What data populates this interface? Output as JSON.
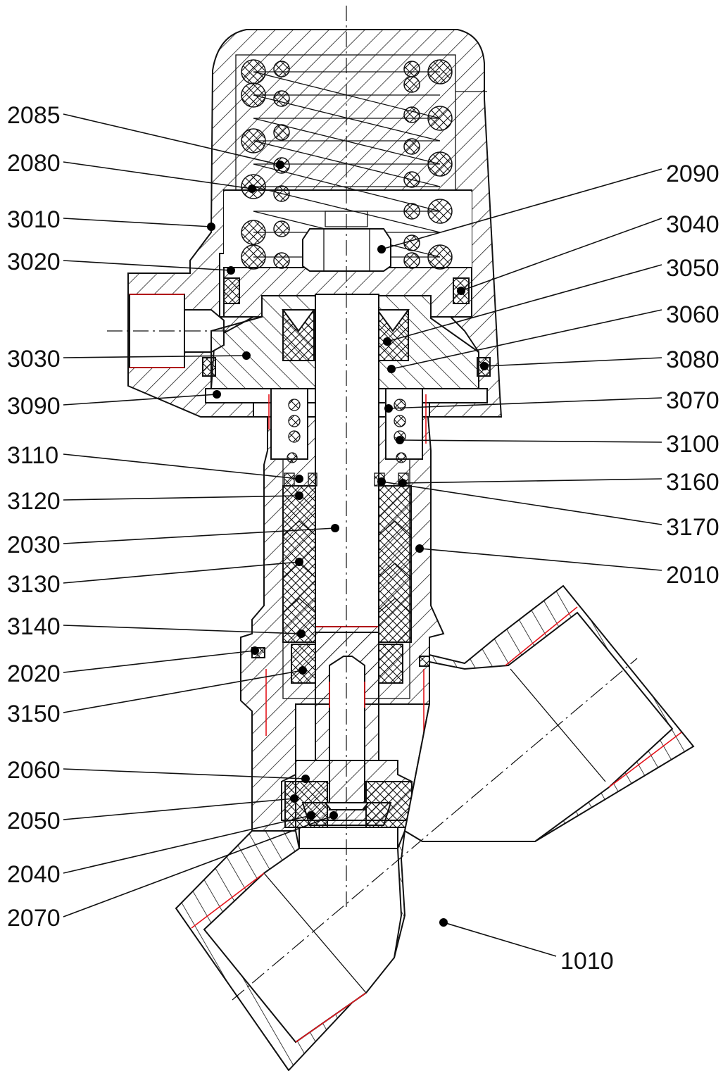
{
  "labels": {
    "l2085": "2085",
    "l2080": "2080",
    "l3010": "3010",
    "l3020": "3020",
    "l3030": "3030",
    "l3090": "3090",
    "l3110": "3110",
    "l3120": "3120",
    "l2030": "2030",
    "l3130": "3130",
    "l3140": "3140",
    "l2020": "2020",
    "l3150": "3150",
    "l2060": "2060",
    "l2050": "2050",
    "l2040": "2040",
    "l2070": "2070",
    "l2090": "2090",
    "l3040": "3040",
    "l3050": "3050",
    "l3060": "3060",
    "l3080": "3080",
    "l3070": "3070",
    "l3100": "3100",
    "l3160": "3160",
    "l3170": "3170",
    "l2010": "2010",
    "l1010": "1010"
  },
  "colors": {
    "line": "#111111",
    "section_line": "#e5141b",
    "background": "#ffffff"
  }
}
